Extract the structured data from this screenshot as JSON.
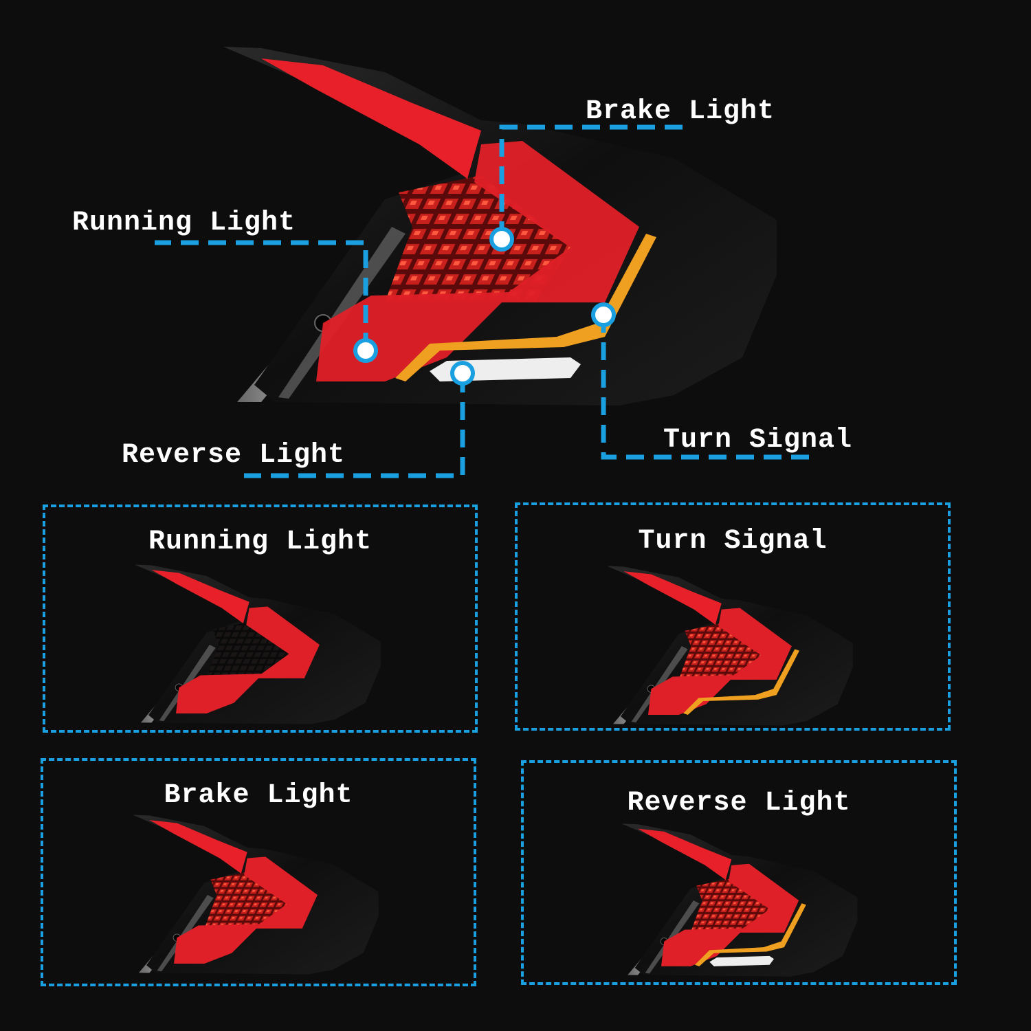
{
  "diagram": {
    "subject": "LED tail light assembly",
    "callouts": [
      {
        "label": "Brake Light"
      },
      {
        "label": "Running Light"
      },
      {
        "label": "Turn Signal"
      },
      {
        "label": "Reverse Light"
      }
    ],
    "panels": [
      {
        "title": "Running Light",
        "active": [
          "running"
        ]
      },
      {
        "title": "Turn Signal",
        "active": [
          "running",
          "brake",
          "turn"
        ]
      },
      {
        "title": "Brake Light",
        "active": [
          "running",
          "brake"
        ]
      },
      {
        "title": "Reverse Light",
        "active": [
          "running",
          "brake",
          "turn",
          "reverse"
        ]
      }
    ]
  },
  "colors": {
    "background": "#0d0d0d",
    "callout_line": "#1aa0e0",
    "running_red": "#e8202a",
    "turn_amber": "#f0a020",
    "reverse_white": "#f0f0f0",
    "housing": "#151515"
  }
}
